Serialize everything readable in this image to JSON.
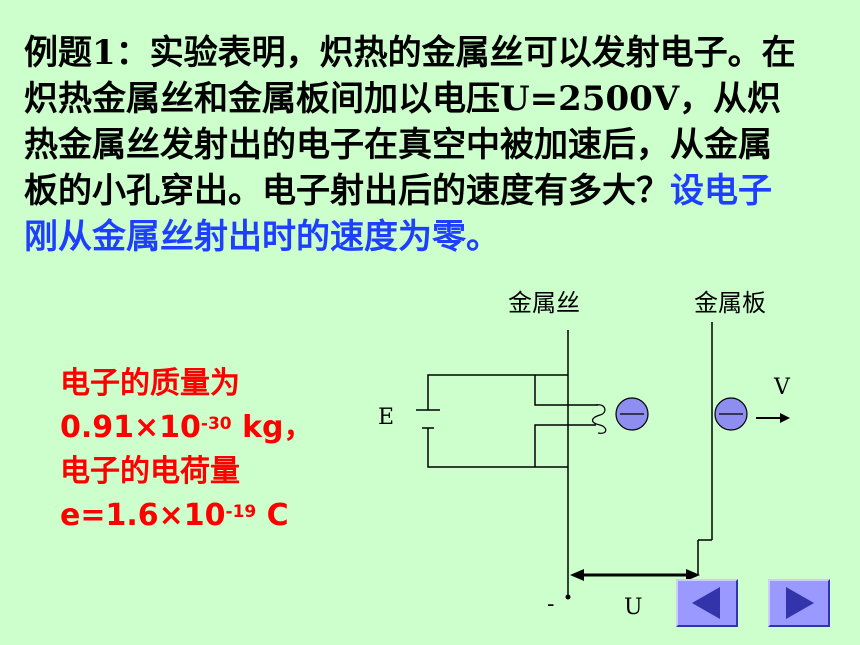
{
  "problem": {
    "main_text": "例题1：实验表明，炽热的金属丝可以发射电子。在炽热金属丝和金属板间加以电压U=2500V，从炽热金属丝发射出的电子在真空中被加速后，从金属板的小孔穿出。电子射出后的速度有多大？",
    "hint_text": "设电子刚从金属丝射出时的速度为零。"
  },
  "given": {
    "mass_label": "电子的质量为",
    "mass_mantissa": "0.91×10",
    "mass_exponent": "-30",
    "mass_unit": " kg，",
    "charge_label": "电子的电荷量",
    "charge_mantissa": "e=1.6×10",
    "charge_exponent": "-19",
    "charge_unit": " C"
  },
  "diagram": {
    "filament_label": "金属丝",
    "plate_label": "金属板",
    "emf_label": "E",
    "velocity_label": "V",
    "voltage_label": "U",
    "negative_terminal_label": "-",
    "electron_color": "#8e8ef0"
  },
  "navigation": {
    "prev_icon": "left-arrow-icon",
    "next_icon": "right-arrow-icon",
    "button_color": "#9999ff"
  }
}
